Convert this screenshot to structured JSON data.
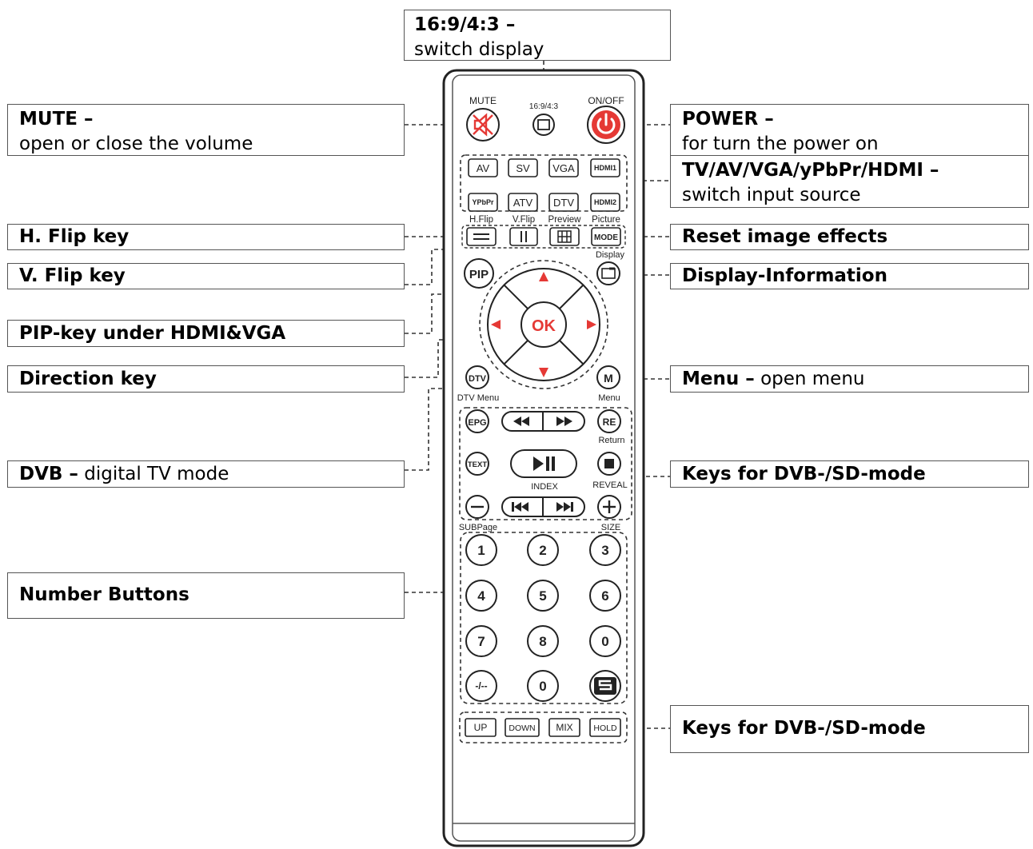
{
  "callouts": {
    "aspect": {
      "title": "16:9/4:3 –",
      "desc": "switch display"
    },
    "mute": {
      "title": "MUTE –",
      "desc": "open or close the volume"
    },
    "power": {
      "title": "POWER –",
      "desc": "for turn the power on"
    },
    "source": {
      "title": "TV/AV/VGA/yPbPr/HDMI –",
      "desc": "switch input source"
    },
    "hflip": {
      "title": "H. Flip key"
    },
    "vflip": {
      "title": "V. Flip key"
    },
    "reset": {
      "title": "Reset image effects"
    },
    "display": {
      "title": "Display-Information"
    },
    "pip": {
      "title": "PIP-key under HDMI&VGA"
    },
    "direction": {
      "title": "Direction key"
    },
    "menu": {
      "title": "Menu –",
      "desc": "open menu"
    },
    "dvb": {
      "title": "DVB –",
      "desc": "digital TV mode"
    },
    "dvbkeys1": {
      "title": "Keys for DVB-/SD-mode"
    },
    "numbers": {
      "title": "Number Buttons"
    },
    "dvbkeys2": {
      "title": "Keys for DVB-/SD-mode"
    }
  },
  "remote": {
    "top_labels": {
      "mute": "MUTE",
      "aspect": "16:9/4:3",
      "onoff": "ON/OFF"
    },
    "source_keys": [
      "AV",
      "SV",
      "VGA",
      "HDMI1",
      "YPbPr",
      "ATV",
      "DTV",
      "HDMI2"
    ],
    "mode_labels": [
      "H.Flip",
      "V.Flip",
      "Preview",
      "Picture"
    ],
    "mode_key": "MODE",
    "display_label": "Display",
    "pip": "PIP",
    "ok": "OK",
    "dtv": "DTV",
    "dtv_label": "DTV Menu",
    "menu": "M",
    "menu_label": "Menu",
    "epg": "EPG",
    "re": "RE",
    "return_label": "Return",
    "text": "TEXT",
    "index_label": "INDEX",
    "reveal_label": "REVEAL",
    "subpage_label": "SUBPage",
    "size_label": "SIZE",
    "numbers": [
      "1",
      "2",
      "3",
      "4",
      "5",
      "6",
      "7",
      "8",
      "0",
      "-/--",
      "0"
    ],
    "bottom_keys": [
      "UP",
      "DOWN",
      "MIX",
      "HOLD"
    ]
  },
  "colors": {
    "accent": "#e53935",
    "line": "#333333"
  }
}
